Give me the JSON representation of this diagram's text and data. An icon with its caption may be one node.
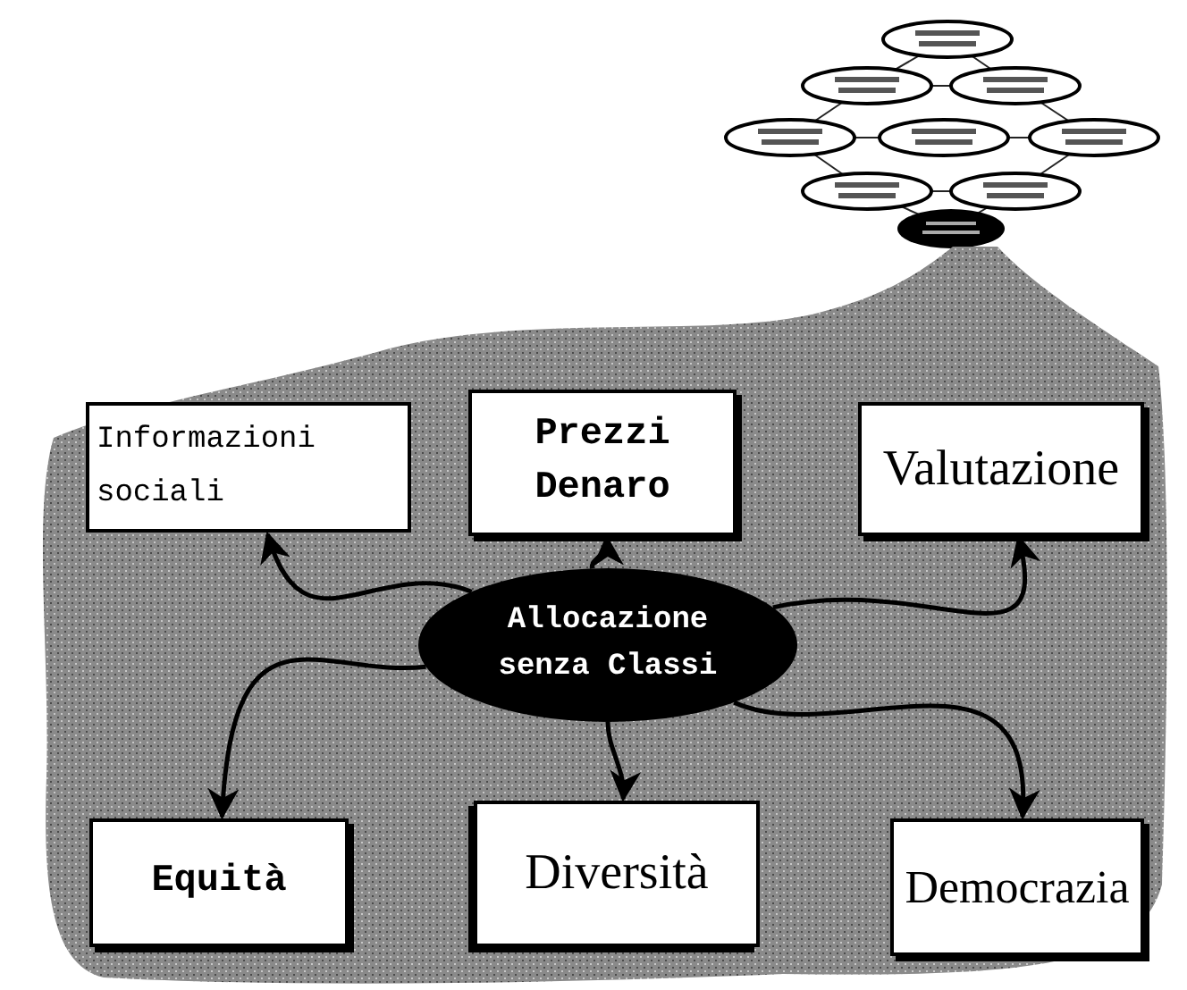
{
  "diagram": {
    "nodes": [
      {
        "text": [],
        "shape": "cloud"
      },
      {
        "text": [
          "Informazioni sociali"
        ],
        "in": 0
      },
      {
        "text": [
          "Prezzi Denaro"
        ],
        "in": 0
      },
      {
        "text": [
          "Valutazione"
        ],
        "in": 0
      },
      {
        "text": [
          "Allocazione senza Classi"
        ],
        "in": 0
      },
      {
        "text": [
          "Equità"
        ],
        "in": 0
      },
      {
        "text": [
          "Diversità"
        ],
        "in": 0
      },
      {
        "text": [
          "Democrazia"
        ],
        "in": 0
      }
    ],
    "edges": [
      {
        "from": 4,
        "to": 1,
        "arrow": "to"
      },
      {
        "from": 4,
        "to": 2,
        "arrow": "to"
      },
      {
        "from": 4,
        "to": 3,
        "arrow": "to"
      },
      {
        "from": 4,
        "to": 5,
        "arrow": "to"
      },
      {
        "from": 4,
        "to": 6,
        "arrow": "to"
      },
      {
        "from": 4,
        "to": 7,
        "arrow": "to"
      }
    ]
  }
}
